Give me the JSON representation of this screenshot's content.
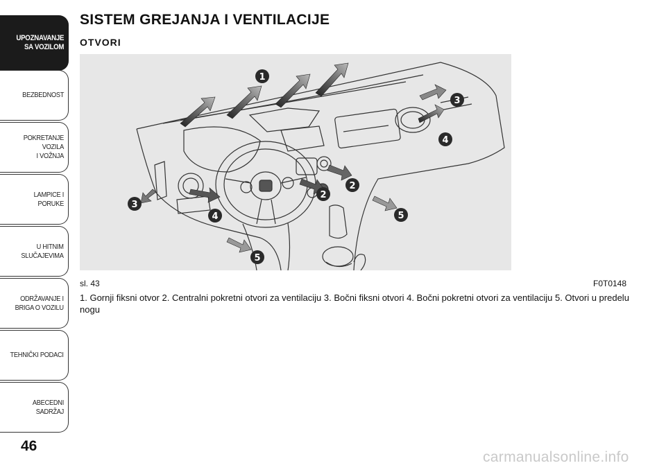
{
  "sidebar": {
    "tabs": [
      {
        "label": "UPOZNAVANJE\nSA VOZILOM",
        "active": true
      },
      {
        "label": "BEZBEDNOST"
      },
      {
        "label": "POKRETANJE VOZILA\nI VOŽNJA"
      },
      {
        "label": "LAMPICE I PORUKE"
      },
      {
        "label": "U HITNIM\nSLUČAJEVIMA"
      },
      {
        "label": "ODRŽAVANJE I\nBRIGA O VOZILU"
      },
      {
        "label": "TEHNIČKI PODACI"
      },
      {
        "label": "ABECEDNI SADRŽAJ"
      }
    ],
    "page_number": "46"
  },
  "section": {
    "title": "SISTEM GREJANJA I VENTILACIJE",
    "subtitle": "OTVORI"
  },
  "figure": {
    "label": "sl. 43",
    "code": "F0T0148",
    "callouts": [
      "1",
      "2",
      "2",
      "3",
      "3",
      "4",
      "4",
      "5",
      "5"
    ]
  },
  "caption": "1. Gornji fiksni otvor 2. Centralni pokretni otvori za ventilaciju 3. Bočni fiksni otvori 4. Bočni pokretni otvori za ventilaciju 5. Otvori u predelu nogu",
  "watermark": "carmanualsonline.info"
}
